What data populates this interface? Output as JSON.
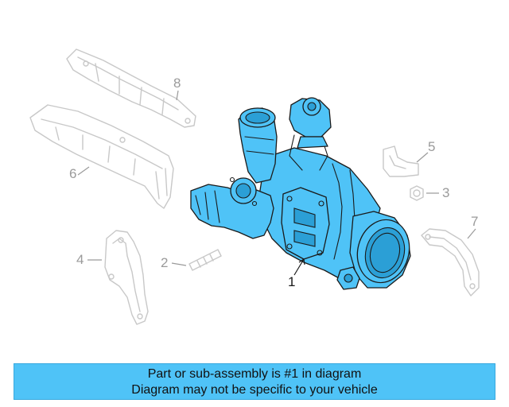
{
  "callouts": {
    "c1": "1",
    "c2": "2",
    "c3": "3",
    "c4": "4",
    "c5": "5",
    "c6": "6",
    "c7": "7",
    "c8": "8"
  },
  "highlight_color": "#4fc3f7",
  "banner": {
    "line1": "Part or sub-assembly is #1 in diagram",
    "line2": "Diagram may not be specific to your vehicle"
  }
}
